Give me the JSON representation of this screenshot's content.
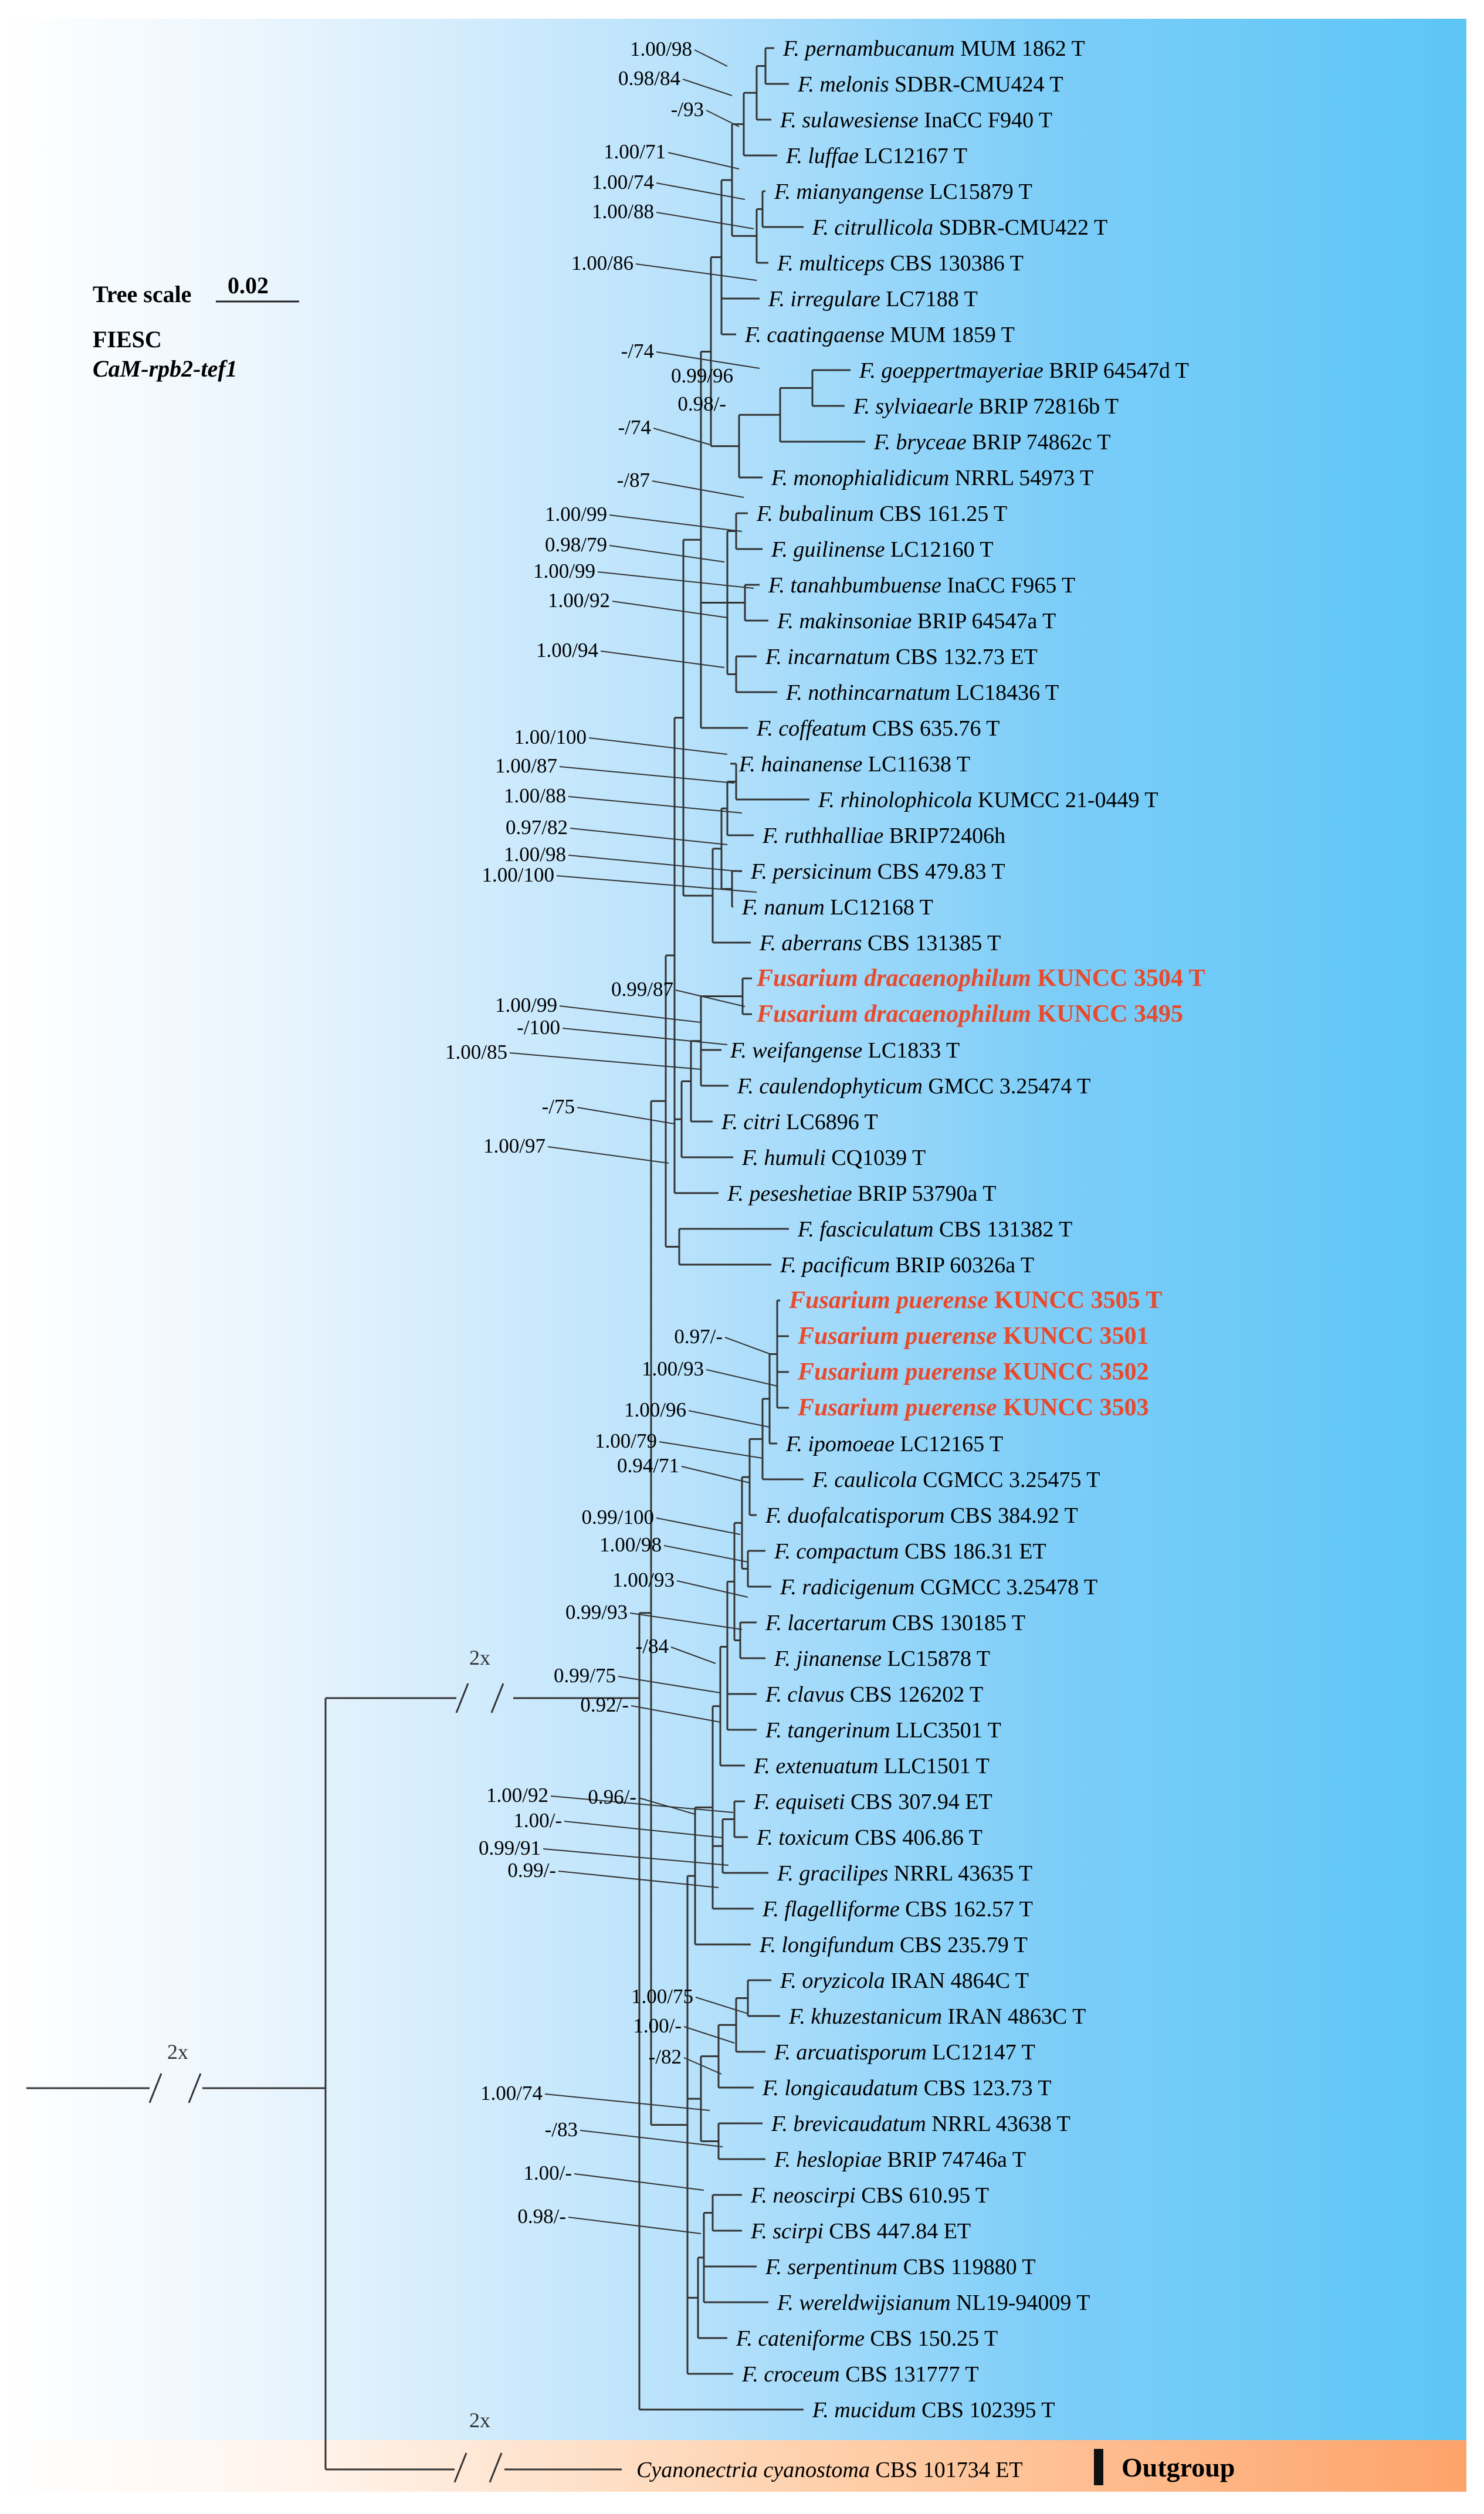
{
  "legend": {
    "tree_scale_label": "Tree scale",
    "tree_scale_value": "0.02",
    "complex": "FIESC",
    "loci": "CaM-rpb2-tef1"
  },
  "outgroup_label": "Outgroup",
  "break_marks": [
    "2x",
    "2x",
    "2x"
  ],
  "taxa": [
    {
      "sp": "F. pernambucanum",
      "code": "MUM 1862 T"
    },
    {
      "sp": "F. melonis",
      "code": "SDBR-CMU424 T"
    },
    {
      "sp": "F. sulawesiense",
      "code": "InaCC F940 T"
    },
    {
      "sp": "F. luffae",
      "code": "LC12167 T"
    },
    {
      "sp": "F. mianyangense",
      "code": "LC15879 T"
    },
    {
      "sp": "F. citrullicola",
      "code": "SDBR-CMU422 T"
    },
    {
      "sp": "F. multiceps",
      "code": "CBS 130386 T"
    },
    {
      "sp": "F. irregulare",
      "code": "LC7188 T"
    },
    {
      "sp": "F. caatingaense",
      "code": "MUM 1859 T"
    },
    {
      "sp": "F. goeppertmayeriae",
      "code": "BRIP 64547d T"
    },
    {
      "sp": "F. sylviaearle",
      "code": "BRIP 72816b T"
    },
    {
      "sp": "F. bryceae",
      "code": "BRIP 74862c T"
    },
    {
      "sp": "F. monophialidicum",
      "code": "NRRL 54973 T"
    },
    {
      "sp": "F. bubalinum",
      "code": "CBS 161.25 T"
    },
    {
      "sp": "F. guilinense",
      "code": "LC12160 T"
    },
    {
      "sp": "F. tanahbumbuense",
      "code": "InaCC F965 T"
    },
    {
      "sp": "F. makinsoniae",
      "code": " BRIP 64547a T"
    },
    {
      "sp": "F. incarnatum",
      "code": "CBS 132.73 ET"
    },
    {
      "sp": "F. nothincarnatum",
      "code": "LC18436 T"
    },
    {
      "sp": "F. coffeatum",
      "code": "CBS 635.76 T"
    },
    {
      "sp": "F. hainanense",
      "code": "LC11638 T"
    },
    {
      "sp": "F. rhinolophicola",
      "code": "KUMCC 21-0449 T"
    },
    {
      "sp": "F. ruthhalliae",
      "code": "BRIP72406h"
    },
    {
      "sp": "F. persicinum",
      "code": "CBS 479.83 T"
    },
    {
      "sp": "F. nanum",
      "code": "LC12168 T"
    },
    {
      "sp": "F. aberrans",
      "code": "CBS 131385 T"
    },
    {
      "sp": "Fusarium dracaenophilum",
      "code": "KUNCC 3504 T",
      "new": true
    },
    {
      "sp": "Fusarium dracaenophilum",
      "code": "KUNCC 3495",
      "new": true
    },
    {
      "sp": "F. weifangense",
      "code": "LC1833 T"
    },
    {
      "sp": "F. caulendophyticum",
      "code": " GMCC 3.25474 T"
    },
    {
      "sp": "F. citri",
      "code": "LC6896 T"
    },
    {
      "sp": "F. humuli",
      "code": "CQ1039 T"
    },
    {
      "sp": "F. peseshetiae",
      "code": "BRIP 53790a T"
    },
    {
      "sp": "F. fasciculatum",
      "code": "CBS 131382 T"
    },
    {
      "sp": "F. pacificum",
      "code": "BRIP 60326a T"
    },
    {
      "sp": "Fusarium puerense",
      "code": "KUNCC 3505 T",
      "new": true
    },
    {
      "sp": "Fusarium puerense",
      "code": "KUNCC 3501",
      "new": true
    },
    {
      "sp": "Fusarium puerense",
      "code": "KUNCC 3502",
      "new": true
    },
    {
      "sp": "Fusarium puerense",
      "code": "KUNCC 3503",
      "new": true
    },
    {
      "sp": "F. ipomoeae",
      "code": "LC12165 T"
    },
    {
      "sp": "F. caulicola",
      "code": "CGMCC 3.25475 T"
    },
    {
      "sp": "F. duofalcatisporum",
      "code": "CBS 384.92 T"
    },
    {
      "sp": "F. compactum",
      "code": "CBS 186.31 ET"
    },
    {
      "sp": "F. radicigenum",
      "code": "CGMCC 3.25478 T"
    },
    {
      "sp": "F. lacertarum",
      "code": "CBS 130185 T"
    },
    {
      "sp": "F. jinanense",
      "code": "LC15878 T"
    },
    {
      "sp": "F. clavus",
      "code": "CBS 126202 T"
    },
    {
      "sp": "F. tangerinum",
      "code": "LLC3501 T"
    },
    {
      "sp": "F. extenuatum",
      "code": "LLC1501 T"
    },
    {
      "sp": "F. equiseti",
      "code": "CBS 307.94 ET"
    },
    {
      "sp": "F. toxicum",
      "code": "CBS 406.86 T"
    },
    {
      "sp": "F. gracilipes",
      "code": "NRRL 43635 T"
    },
    {
      "sp": "F. flagelliforme",
      "code": "CBS 162.57 T"
    },
    {
      "sp": "F. longifundum",
      "code": "CBS 235.79 T"
    },
    {
      "sp": "F. oryzicola",
      "code": "IRAN 4864C T"
    },
    {
      "sp": "F. khuzestanicum",
      "code": "IRAN 4863C T"
    },
    {
      "sp": "F. arcuatisporum",
      "code": "LC12147 T"
    },
    {
      "sp": "F. longicaudatum",
      "code": "CBS 123.73 T"
    },
    {
      "sp": "F. brevicaudatum",
      "code": "NRRL 43638 T"
    },
    {
      "sp": "F. heslopiae",
      "code": "BRIP 74746a T"
    },
    {
      "sp": "F. neoscirpi",
      "code": "CBS 610.95 T"
    },
    {
      "sp": "F. scirpi",
      "code": "CBS 447.84 ET"
    },
    {
      "sp": "F. serpentinum",
      "code": "CBS 119880 T"
    },
    {
      "sp": "F. wereldwijsianum",
      "code": "NL19-94009 T"
    },
    {
      "sp": "F. cateniforme",
      "code": "CBS 150.25 T"
    },
    {
      "sp": "F. croceum",
      "code": "CBS 131777 T"
    },
    {
      "sp": "F. mucidum",
      "code": "CBS 102395 T"
    },
    {
      "sp": "Cyanonectria cyanostoma",
      "code": "CBS 101734 ET"
    }
  ],
  "support_values": [
    "1.00/98",
    "0.98/84",
    "-/93",
    "1.00/71",
    "1.00/74",
    "1.00/88",
    "1.00/86",
    "-/74",
    "0.99/96",
    "0.98/-",
    "-/74",
    "-/87",
    "1.00/99",
    "0.98/79",
    "1.00/99",
    "1.00/92",
    "1.00/94",
    "1.00/100",
    "1.00/87",
    "1.00/88",
    "0.97/82",
    "1.00/98",
    "1.00/100",
    "0.99/87",
    "1.00/99",
    "-/100",
    "1.00/85",
    "-/75",
    "1.00/97",
    "0.97/-",
    "1.00/93",
    "1.00/96",
    "1.00/79",
    "0.94/71",
    "0.99/100",
    "1.00/98",
    "1.00/93",
    "0.99/93",
    "-/84",
    "0.99/75",
    "0.92/-",
    "0.96/-",
    "1.00/92",
    "1.00/-",
    "0.99/91",
    "0.99/-",
    "1.00/75",
    "1.00/-",
    "-/82",
    "1.00/74",
    "-/83",
    "1.00/-",
    "0.98/-"
  ]
}
